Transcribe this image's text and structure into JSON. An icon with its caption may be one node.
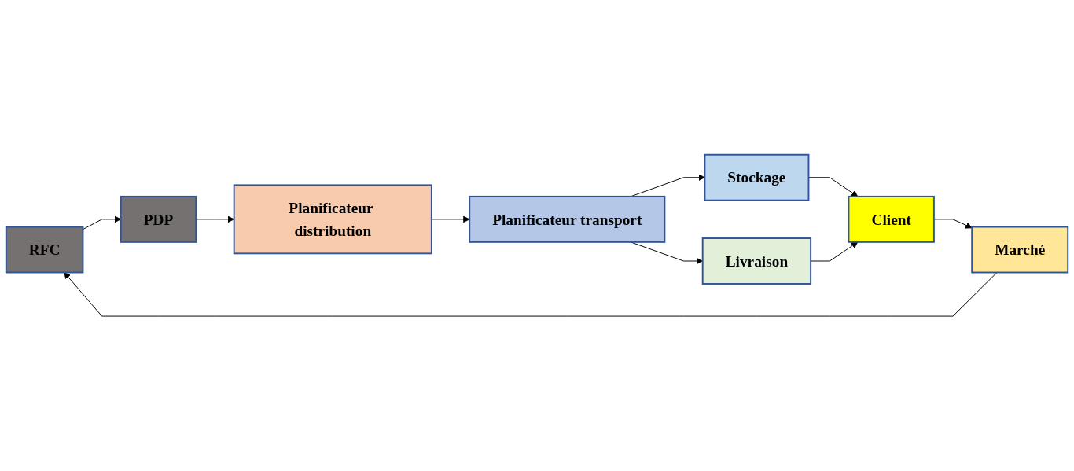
{
  "diagram": {
    "nodes": [
      {
        "text": [
          "RFC"
        ]
      },
      {
        "text": [
          "PDP"
        ]
      },
      {
        "text": [
          "Planificateur distribution"
        ]
      },
      {
        "text": [
          "Planificateur transport"
        ]
      },
      {
        "text": [
          "Marché"
        ]
      },
      {
        "text": [
          "Stockage"
        ]
      },
      {
        "text": [
          "Livraison"
        ]
      },
      {
        "text": [
          "Client"
        ]
      }
    ],
    "edges": [
      {
        "from": 0,
        "to": 1,
        "arrow": "to"
      },
      {
        "from": 1,
        "to": 2,
        "arrow": "to"
      },
      {
        "from": 2,
        "to": 3,
        "arrow": "to"
      },
      {
        "from": 3,
        "to": 5,
        "arrow": "to"
      },
      {
        "from": 3,
        "to": 6,
        "arrow": "to"
      },
      {
        "from": 5,
        "to": 7,
        "arrow": "to"
      },
      {
        "from": 6,
        "to": 7,
        "arrow": "to"
      },
      {
        "from": 7,
        "to": 4,
        "arrow": "to"
      },
      {
        "from": 4,
        "to": 0,
        "arrow": "to"
      }
    ]
  }
}
